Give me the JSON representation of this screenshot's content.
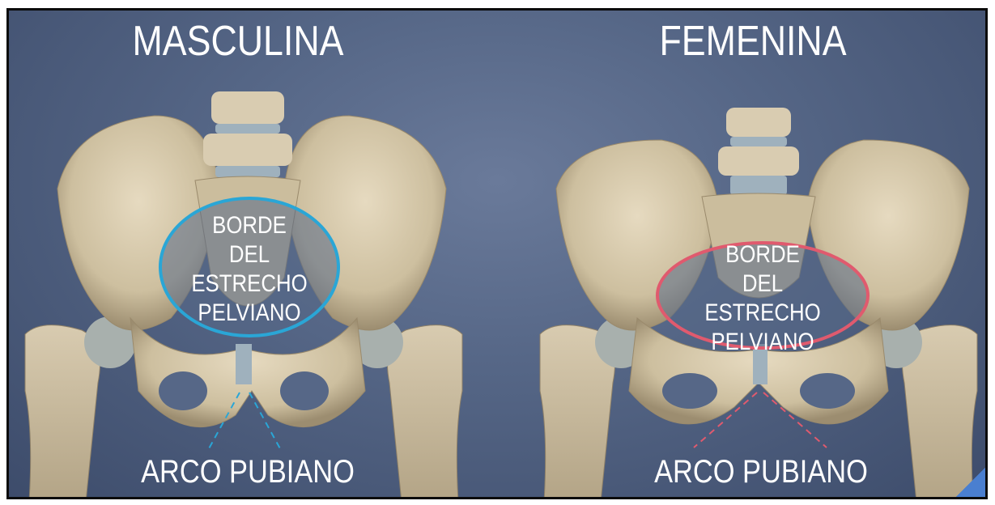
{
  "left_panel": {
    "title": "MASCULINA",
    "inlet_label": [
      "BORDE",
      "DEL ESTRECHO",
      "PELVIANO"
    ],
    "arch_label": "ARCO PUBIANO",
    "ring_color": "#2aa6d6"
  },
  "right_panel": {
    "title": "FEMENINA",
    "inlet_label": [
      "BORDE",
      "DEL ESTRECHO",
      "PELVIANO"
    ],
    "arch_label": "ARCO PUBIANO",
    "ring_color": "#e05a6e"
  },
  "colors": {
    "background": "#566787",
    "bone": "#d9ccb1",
    "bone_shadow": "#a6987c",
    "disc": "#9fb1bd",
    "text": "#ffffff"
  }
}
